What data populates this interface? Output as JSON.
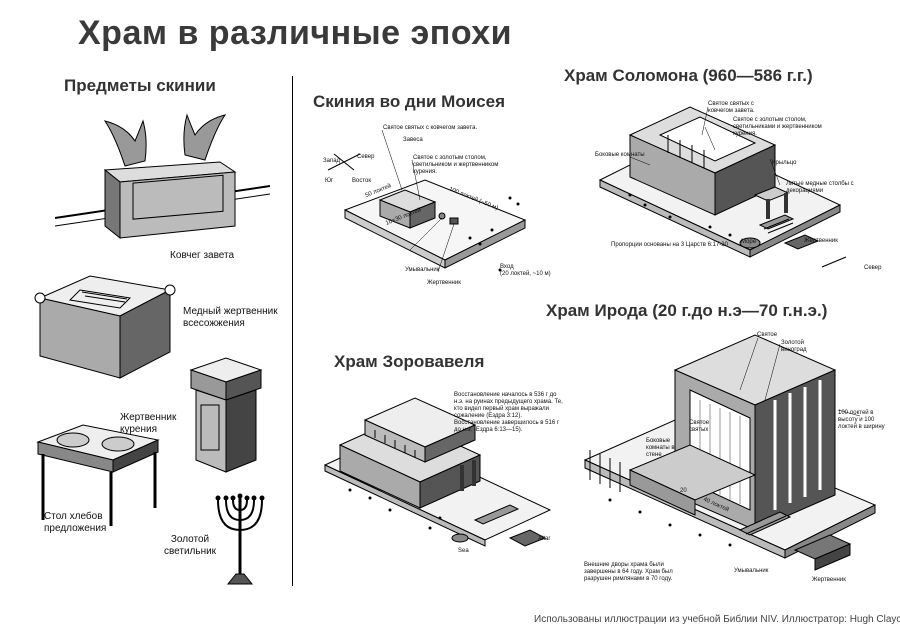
{
  "title": "Храм в различные эпохи",
  "left_section": {
    "heading": "Предметы скинии",
    "items": {
      "ark": "Ковчег завета",
      "bronze_altar": "Медный жертвенник всесожжения",
      "incense_altar": "Жертвенник курения",
      "bread_table": "Стол хлебов предложения",
      "lampstand": "Золотой светильник"
    }
  },
  "tabernacle": {
    "heading": "Скиния во дни Моисея",
    "labels": {
      "holy_of_holies": "Святое святых с ковчегом завета.",
      "curtain": "Завеса",
      "holy_place": "Святое с золотым столом, светильником и жертвенником курения.",
      "west": "Запад",
      "north": "Север",
      "south": "Юг",
      "east": "Восток",
      "width_50": "50 локтей",
      "length_100": "100 локтей (~50 м)",
      "inner_dims": "10×30 локтей",
      "entrance": "Вход",
      "entrance_dims": "(20 локтей, ~10 м)",
      "laver": "Умывальник",
      "altar": "Жертвенник"
    }
  },
  "solomon": {
    "heading": "Храм Соломона (960—586 г.г.)",
    "labels": {
      "holy_of_holies": "Святое святых с ковчегом завета.",
      "holy_place": "Святое с золотым столом, светильниками и жертвенником курения.",
      "side_rooms": "Боковые комнаты",
      "porch": "Крыльцо",
      "pillars": "Литые медные столбы с декорациями",
      "sea": "Море",
      "altar": "Жертвенник",
      "proportions": "Пропорции основаны на 3 Царств 6:17-20",
      "north": "Север"
    }
  },
  "zerubbabel": {
    "heading": "Храм Зоровавеля",
    "note": "Восстановление началось в 536 г до н.э. на руинах предыдущего храма. Те, кто видел первый храм выражали сожаление (Ездра 3:12). Восстановление завершилось в 516 г до н.э. (Ездра 6:13—15).",
    "sea": "Sea",
    "altar": "Altar"
  },
  "herod": {
    "heading": "Храм Ирода (20 г.до н.э—70 г.н.э.)",
    "labels": {
      "holy_place": "Святое",
      "golden_vine": "Золотой виноград",
      "holy_of_holies": "Святое святых",
      "side_rooms": "Боковые комнаты в стене",
      "dimensions": "100 локтей в высоту и 100 локтей в ширину",
      "twenty": "20",
      "forty": "40 локтей",
      "completion": "Внешние дворы храма были завершены в 64 году. Храм был разрушен римлянами в 70 году.",
      "laver": "Умывальник",
      "altar": "Жертвенник"
    }
  },
  "footer": "Использованы иллюстрации из учебной Библии NIV. Иллюстратор: Hugh Claycombe"
}
